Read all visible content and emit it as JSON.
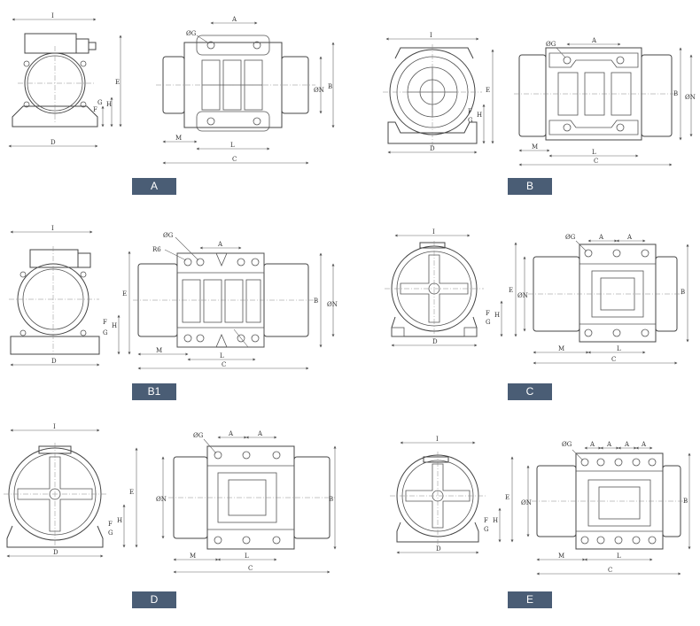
{
  "dimension_letters": [
    "A",
    "B",
    "C",
    "D",
    "E",
    "F",
    "G",
    "H",
    "I",
    "L",
    "M",
    "N",
    "R6",
    "ØG",
    "ØN"
  ],
  "panels": [
    {
      "id": "A",
      "label": "A",
      "end": {
        "i": "I",
        "d": "D",
        "e": "E",
        "h": "H",
        "f": "F",
        "g": "G"
      },
      "top": {
        "og": "ØG",
        "a": "A",
        "m": "M",
        "l": "L",
        "c": "C",
        "on": "ØN",
        "b": "B"
      }
    },
    {
      "id": "B",
      "label": "B",
      "end": {
        "i": "I",
        "d": "D",
        "e": "E",
        "h": "H",
        "f": "F",
        "g": "G"
      },
      "top": {
        "og": "ØG",
        "a": "A",
        "m": "M",
        "l": "L",
        "c": "C",
        "on": "ØN",
        "b": "B"
      }
    },
    {
      "id": "B1",
      "label": "B1",
      "end": {
        "i": "I",
        "d": "D",
        "e": "E",
        "h": "H",
        "f": "F",
        "g": "G"
      },
      "top": {
        "og": "ØG",
        "r6": "R6",
        "a": "A",
        "m": "M",
        "l": "L",
        "c": "C",
        "on": "ØN",
        "b": "B"
      }
    },
    {
      "id": "C",
      "label": "C",
      "end": {
        "i": "I",
        "d": "D",
        "e": "E",
        "h": "H",
        "f": "F",
        "g": "G"
      },
      "top": {
        "og": "ØG",
        "a1": "A",
        "a2": "A",
        "m": "M",
        "l": "L",
        "c": "C",
        "on": "ØN",
        "b": "B"
      }
    },
    {
      "id": "D",
      "label": "D",
      "end": {
        "i": "I",
        "d": "D",
        "e": "E",
        "h": "H",
        "f": "F",
        "g": "G"
      },
      "top": {
        "og": "ØG",
        "a1": "A",
        "a2": "A",
        "m": "M",
        "l": "L",
        "c": "C",
        "on": "ØN",
        "b": "B"
      }
    },
    {
      "id": "E",
      "label": "E",
      "end": {
        "i": "I",
        "d": "D",
        "e": "E",
        "h": "H",
        "f": "F",
        "g": "G"
      },
      "top": {
        "og": "ØG",
        "a1": "A",
        "a2": "A",
        "a3": "A",
        "a4": "A",
        "m": "M",
        "l": "L",
        "c": "C",
        "on": "ØN",
        "b": "B"
      }
    }
  ]
}
